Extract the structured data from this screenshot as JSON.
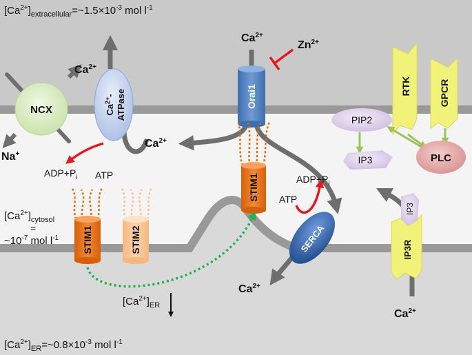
{
  "compartments": {
    "extracellular": {
      "base": "[Ca",
      "sup": "2+",
      "close": "]",
      "sub": "extracellular",
      "rest": "=~1.5×10",
      "exp": "-3",
      "unit": " mol l",
      "unit_exp": "-1"
    },
    "cytosol": {
      "base": "[Ca",
      "sup": "2+",
      "close": "]",
      "sub": "cytosol",
      "eq": "=",
      "val": "~10",
      "exp": "-7",
      "unit": " mol l",
      "unit_exp": "-1"
    },
    "er": {
      "base": "[Ca",
      "sup": "2+",
      "close": "]",
      "sub": "ER",
      "rest": "=~0.8×10",
      "exp": "-3",
      "unit": " mol l",
      "unit_exp": "-1"
    },
    "er_drop": {
      "base": "[Ca",
      "sup": "2+",
      "close": "]",
      "sub": "ER"
    }
  },
  "ions": {
    "ca": {
      "base": "Ca",
      "sup": "2+"
    },
    "zn": {
      "base": "Zn",
      "sup": "2+"
    },
    "na": {
      "base": "Na",
      "sup": "+"
    }
  },
  "proteins": {
    "ncx": "NCX",
    "pmca_line1": {
      "base": "Ca",
      "sup": "2+",
      "tail": "-"
    },
    "pmca_line2": "ATPase",
    "orai": "Orai1",
    "stim1": "STIM1",
    "stim2": "STIM2",
    "serca": "SERCA",
    "rtk": "RTK",
    "gpcr": "GPCR",
    "plc": "PLC",
    "pip2": "PIP2",
    "ip3": "IP3",
    "ip3r": "IP3R"
  },
  "energy": {
    "atp": "ATP",
    "adp": {
      "base": "ADP+P",
      "sub": "i"
    }
  },
  "colors": {
    "membrane": "#999999",
    "extracellular_bg": "#c9c9c9",
    "cytosol_bg": "#f4f4f4",
    "er_bg": "#d9d9d9",
    "flux_arrow": "#6e6e6e",
    "orange": "#e36c0a",
    "orange_light": "#fac090",
    "orai_blue": "#4f81bd",
    "serca_blue": "#2e5a9c",
    "receptor_yellow": "#f1f27a",
    "signal_green": "#9bc35a",
    "stim_link_green": "#22b14c",
    "inhibit_red": "#e3191e",
    "ncx_green": "#d7ecc1",
    "pmca_blue": "#c6d4ee",
    "lilac": "#ddd0ea",
    "plc_pink": "#e3a8a8"
  }
}
